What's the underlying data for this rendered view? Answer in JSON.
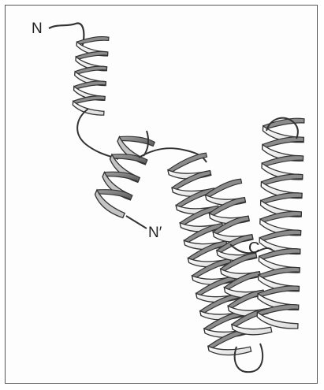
{
  "figure": {
    "labels": {
      "n_terminus": "N",
      "n_prime": "N′",
      "c_terminus": "C"
    },
    "colors": {
      "ribbon_light": "#f4f4f4",
      "ribbon_dark": "#8c8c8c",
      "ribbon_mid": "#c4c4c4",
      "outline": "#333333",
      "frame": "#555555"
    }
  }
}
